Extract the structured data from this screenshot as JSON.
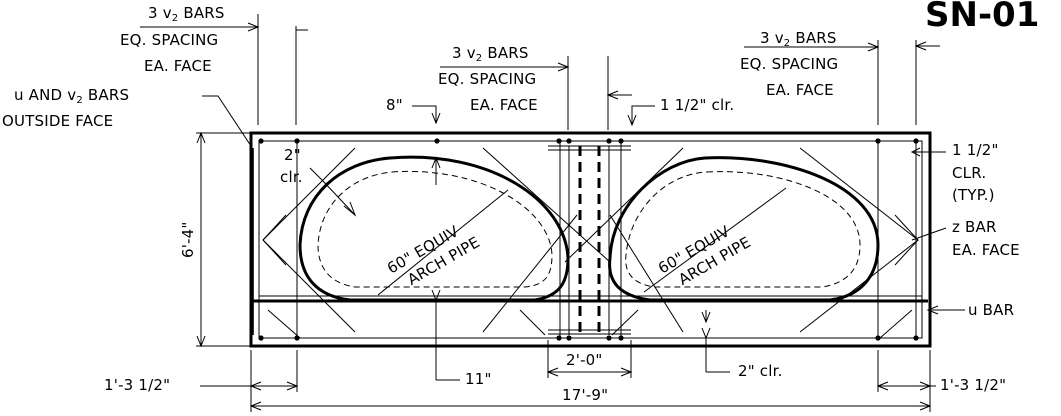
{
  "corner_title": "SN-01",
  "labels": {
    "top_left_bars": "3",
    "top_left_bars_tail": "BARS",
    "top_left_line2": "EQ. SPACING",
    "top_left_line3": "EA. FACE",
    "center_bars": "3",
    "center_bars_tail": "BARS",
    "center_line2": "EQ. SPACING",
    "center_line3": "EA. FACE",
    "right_bars": "3",
    "right_bars_tail": "BARS",
    "right_line2": "EQ. SPACING",
    "right_line3": "EA. FACE",
    "bar_symbol": "v",
    "bar_subscript": "2",
    "outside_line1_a": "u AND",
    "outside_line1_b": "BARS",
    "outside_line2": "OUTSIDE FACE",
    "top_cover_8": "8\"",
    "top_clr": "1 1/2\" clr.",
    "left_clr_a": "2\"",
    "left_clr_b": "clr.",
    "right_clr_1": "1 1/2\"",
    "right_clr_2": "CLR.",
    "right_clr_3": "(TYP.)",
    "z_bar_1": "z BAR",
    "z_bar_2": "EA. FACE",
    "u_bar": "u BAR",
    "height_dim": "6'-4\"",
    "pipe_left_1": "60\" EQUIV",
    "pipe_left_2": "ARCH PIPE",
    "pipe_right_1": "60\" EQUIV",
    "pipe_right_2": "ARCH PIPE",
    "middle_dim": "2'-0\"",
    "bottom_11": "11\"",
    "bottom_clr": "2\" clr.",
    "left_edge_dim": "1'-3 1/2\"",
    "right_edge_dim": "1'-3 1/2\"",
    "overall_dim": "17'-9\""
  }
}
